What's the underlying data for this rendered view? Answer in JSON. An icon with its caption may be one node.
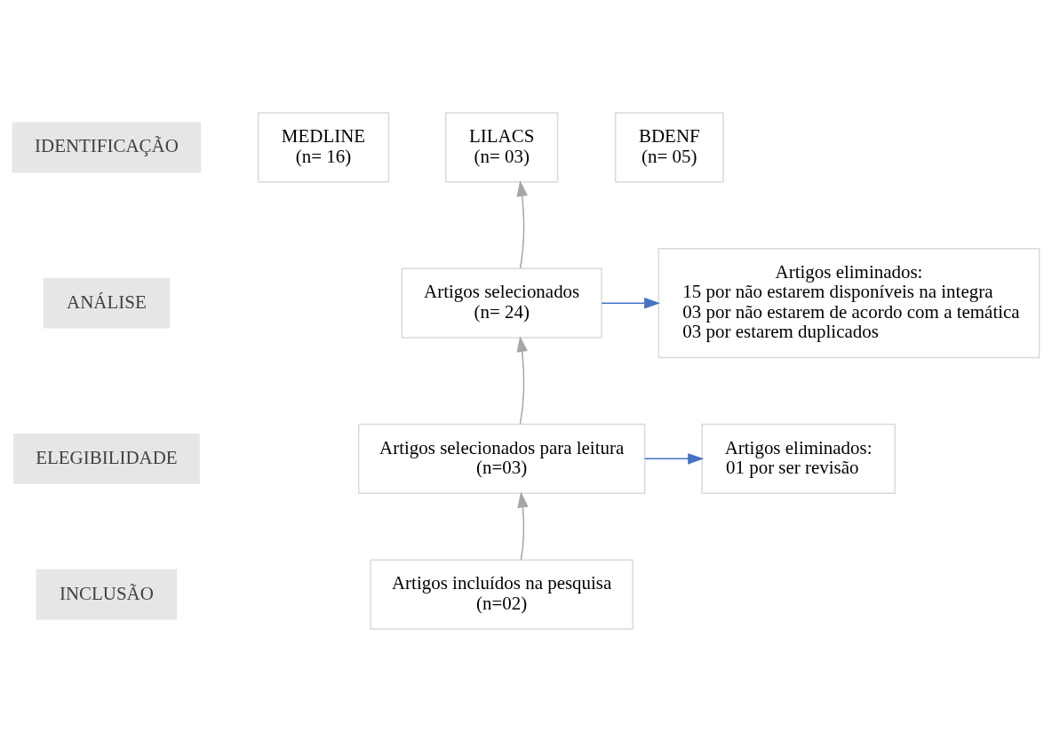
{
  "diagram": {
    "nodes": [
      {
        "text": [
          "IDENTIFICAÇÃO"
        ]
      },
      {
        "text": [
          "MEDLINE",
          "(n= 16)"
        ]
      },
      {
        "text": [
          "LILACS",
          "(n= 03)"
        ]
      },
      {
        "text": [
          "BDENF",
          "(n= 05)"
        ]
      },
      {
        "text": [
          "ANÁLISE"
        ]
      },
      {
        "text": [
          "Artigos selecionados",
          "(n= 24)"
        ]
      },
      {
        "text": [
          "Artigos eliminados:",
          "15 por não estarem disponíveis na integra",
          "03 por não estarem de acordo com a temática",
          "03 por estarem duplicados"
        ]
      },
      {
        "text": [
          "ELEGIBILIDADE"
        ]
      },
      {
        "text": [
          "Artigos selecionados para leitura",
          "(n=03)"
        ]
      },
      {
        "text": [
          "Artigos eliminados:",
          "01 por ser revisão"
        ]
      },
      {
        "text": [
          "INCLUSÃO"
        ]
      },
      {
        "text": [
          "Artigos incluídos na pesquisa",
          "(n=02)"
        ]
      }
    ],
    "edges": [
      {
        "from": 5,
        "to": 2,
        "arrow": "to"
      },
      {
        "from": 5,
        "to": 6,
        "arrow": "to",
        "color": "#4472c4"
      },
      {
        "from": 8,
        "to": 5,
        "arrow": "to"
      },
      {
        "from": 8,
        "to": 9,
        "arrow": "to",
        "color": "#4472c4"
      },
      {
        "from": 11,
        "to": 8,
        "arrow": "to"
      }
    ]
  }
}
